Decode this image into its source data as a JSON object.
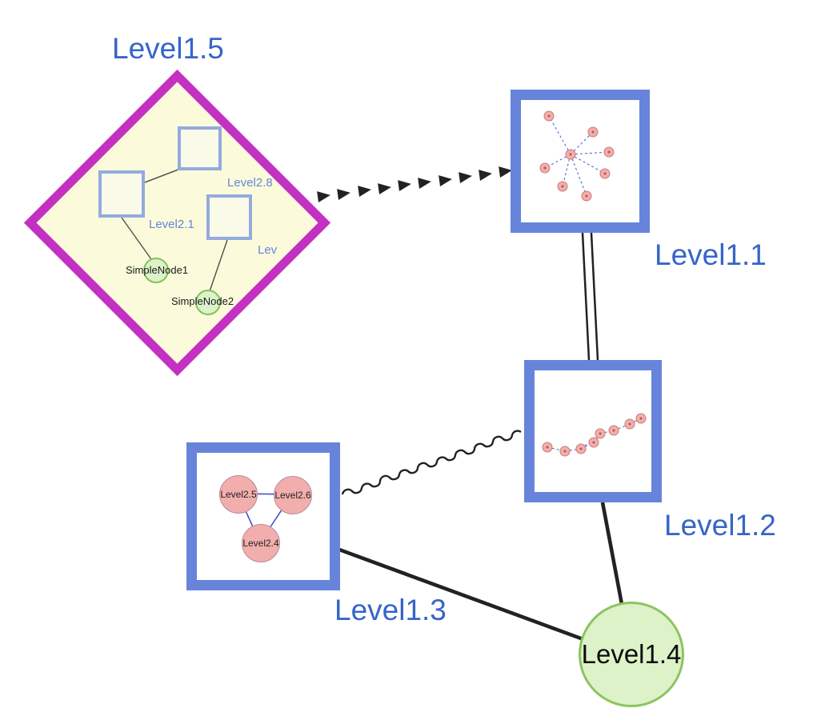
{
  "nodes": {
    "level15": {
      "label": "Level1.5",
      "type": "diamond-group"
    },
    "level11": {
      "label": "Level1.1",
      "type": "rect-group"
    },
    "level12": {
      "label": "Level1.2",
      "type": "rect-group"
    },
    "level13": {
      "label": "Level1.3",
      "type": "rect-group"
    },
    "level14": {
      "label": "Level1.4",
      "type": "circle-node"
    }
  },
  "level15_children": {
    "square_top": {
      "label": "Level2.8"
    },
    "square_left": {
      "label": "Level2.1"
    },
    "square_right": {
      "label": "Lev"
    },
    "simple1": {
      "label": "SimpleNode1"
    },
    "simple2": {
      "label": "SimpleNode2"
    }
  },
  "level13_children": [
    {
      "label": "Level2.5"
    },
    {
      "label": "Level2.6"
    },
    {
      "label": "Level2.4"
    }
  ],
  "edges": [
    {
      "from": "Level1.5",
      "to": "Level1.1",
      "style": "dashed-arrow-chain"
    },
    {
      "from": "Level1.1",
      "to": "Level1.2",
      "style": "double-line"
    },
    {
      "from": "Level1.3",
      "to": "Level1.2",
      "style": "wavy"
    },
    {
      "from": "Level1.3",
      "to": "Level1.4",
      "style": "solid"
    },
    {
      "from": "Level1.2",
      "to": "Level1.4",
      "style": "solid"
    }
  ],
  "colors": {
    "group_border_blue": "#6784DA",
    "label_blue": "#3765C8",
    "diamond_border": "#C331C3",
    "diamond_fill": "#FBFBDC",
    "green_fill": "#DDF2C8",
    "green_border": "#84C25B",
    "pink_fill": "#F2AEAC",
    "edge_black": "#222222",
    "mini_edge_blue": "#4A5ED0"
  }
}
